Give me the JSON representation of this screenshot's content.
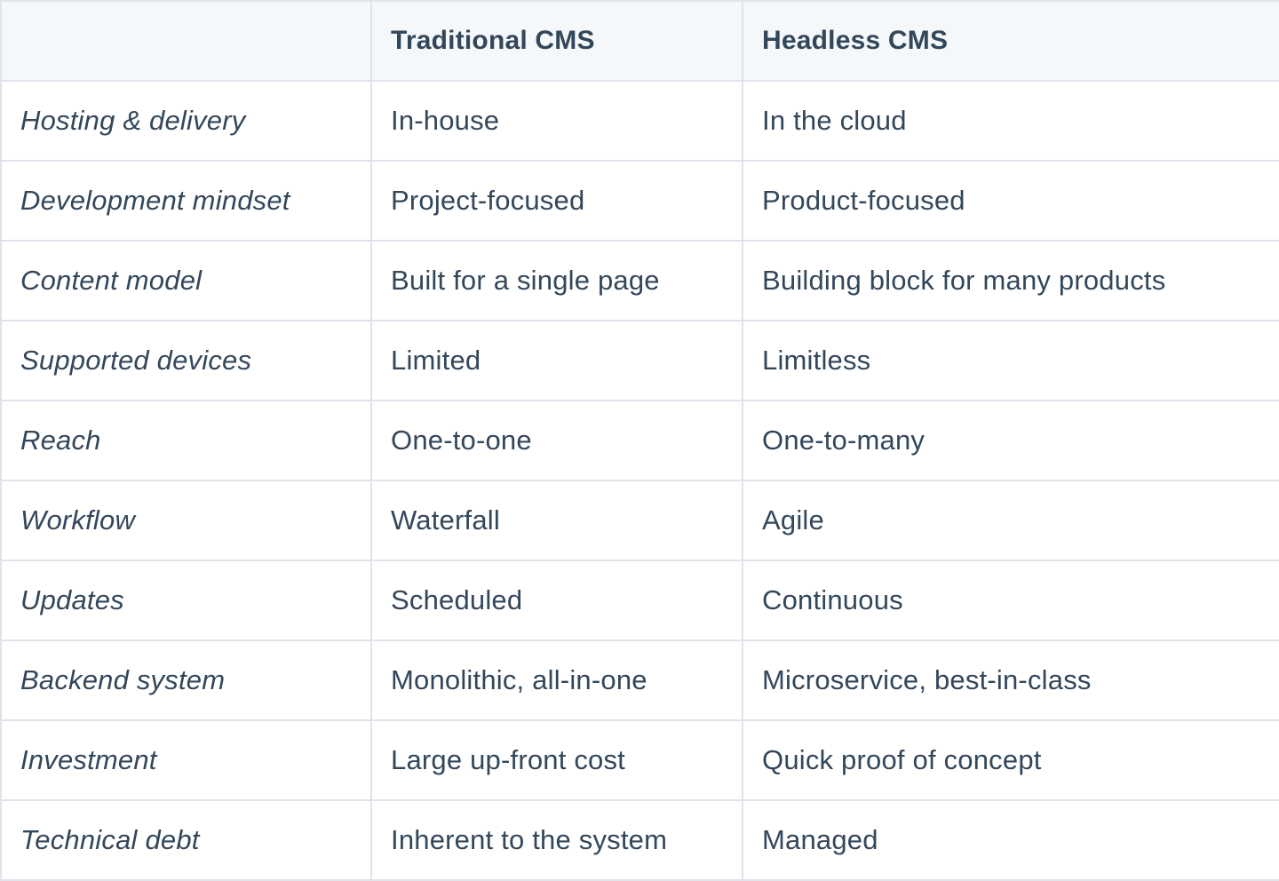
{
  "table": {
    "headers": [
      "",
      "Traditional CMS",
      "Headless CMS"
    ],
    "rows": [
      [
        "Hosting & delivery",
        "In-house",
        "In the cloud"
      ],
      [
        "Development mindset",
        "Project-focused",
        "Product-focused"
      ],
      [
        "Content model",
        "Built for a single page",
        "Building block for many products"
      ],
      [
        "Supported devices",
        "Limited",
        "Limitless"
      ],
      [
        "Reach",
        "One-to-one",
        "One-to-many"
      ],
      [
        "Workflow",
        "Waterfall",
        "Agile"
      ],
      [
        "Updates",
        "Scheduled",
        "Continuous"
      ],
      [
        "Backend system",
        "Monolithic, all-in-one",
        "Microservice, best-in-class"
      ],
      [
        "Investment",
        "Large up-front cost",
        "Quick proof of concept"
      ],
      [
        "Technical debt",
        "Inherent to the system",
        "Managed"
      ]
    ]
  }
}
